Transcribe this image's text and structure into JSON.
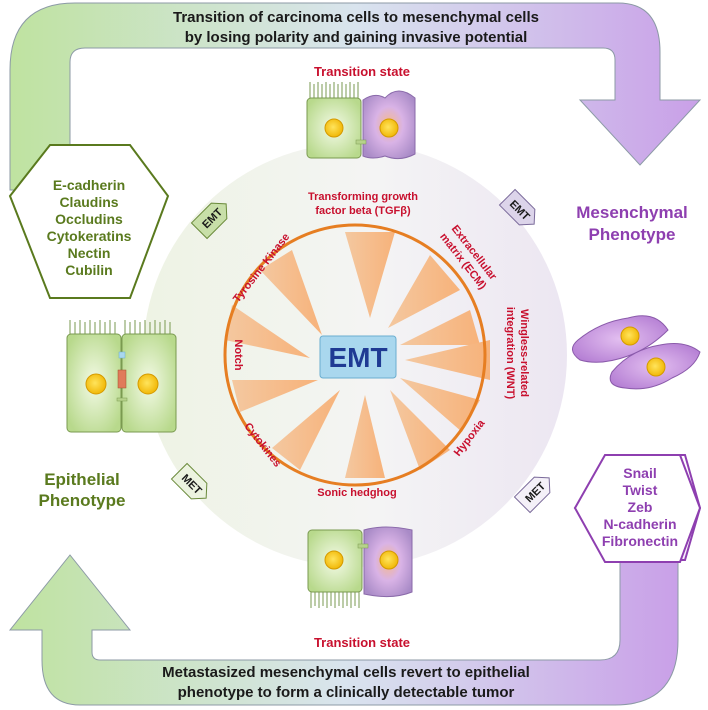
{
  "top_caption": {
    "line1": "Transition of carcinoma cells to mesenchymal cells",
    "line2": "by losing polarity and gaining invasive potential"
  },
  "bottom_caption": {
    "line1": "Metastasized mesenchymal cells revert to epithelial",
    "line2": "phenotype to form a clinically detectable tumor"
  },
  "transition_top": "Transition state",
  "transition_bottom": "Transition state",
  "epithelial": {
    "line1": "Epithelial",
    "line2": "Phenotype"
  },
  "mesenchymal": {
    "line1": "Mesenchymal",
    "line2": "Phenotype"
  },
  "epithelial_markers": [
    "E-cadherin",
    "Claudins",
    "Occludins",
    "Cytokeratins",
    "Nectin",
    "Cubilin"
  ],
  "mesenchymal_markers": [
    "Snail",
    "Twist",
    "Zeb",
    "N-cadherin",
    "Fibronectin"
  ],
  "tags": {
    "emt_left": "EMT",
    "emt_right": "EMT",
    "met_left": "MET",
    "met_right": "MET"
  },
  "center_label": "EMT",
  "signals": {
    "tgfb_1": "Transforming growth",
    "tgfb_2": "factor beta (TGFβ)",
    "ecm_1": "Extracellular",
    "ecm_2": "matrix (ECM)",
    "wnt_1": "Wingless-related",
    "wnt_2": "integration (WNT)",
    "hypoxia": "Hypoxia",
    "shh": "Sonic hedghog",
    "cytokines": "Cytokines",
    "notch": "Notch",
    "tk": "Tyrosine Kinase"
  },
  "colors": {
    "orange": "#e67e22",
    "label_red": "#c8102e",
    "epithelial_green": "#5a7a1e",
    "mesenchymal_purple": "#8e3fb0",
    "center_box": "#a9d7ee"
  }
}
